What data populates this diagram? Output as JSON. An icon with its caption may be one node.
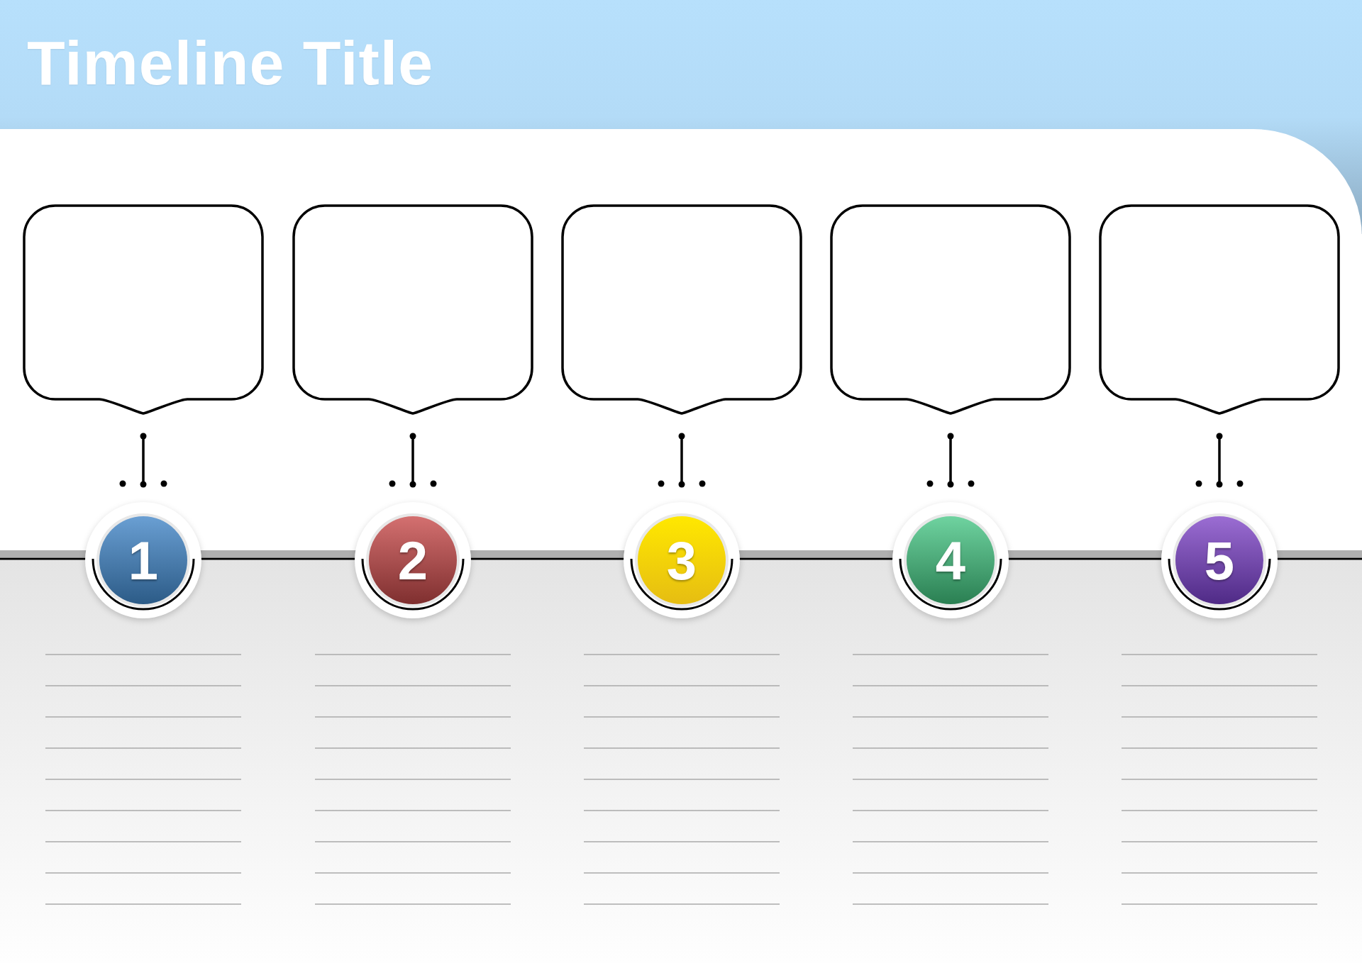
{
  "diagram": {
    "title": "Timeline Title",
    "nodes": [
      {
        "text": [],
        "shape": "box"
      },
      {
        "text": [],
        "shape": "box"
      },
      {
        "text": [],
        "shape": "box"
      },
      {
        "text": [],
        "shape": "box"
      },
      {
        "text": [],
        "shape": "box"
      },
      {
        "text": [
          "1"
        ]
      },
      {
        "text": [
          "2"
        ]
      },
      {
        "text": [
          "3"
        ]
      },
      {
        "text": [
          "4"
        ]
      },
      {
        "text": [
          "5"
        ]
      }
    ],
    "edges": [
      {
        "from": 0,
        "to": 5,
        "arrow": "other"
      },
      {
        "from": 1,
        "to": 6,
        "arrow": "other"
      },
      {
        "from": 2,
        "to": 7,
        "arrow": "other"
      },
      {
        "from": 3,
        "to": 8,
        "arrow": "other"
      },
      {
        "from": 4,
        "to": 9,
        "arrow": "other"
      }
    ]
  }
}
